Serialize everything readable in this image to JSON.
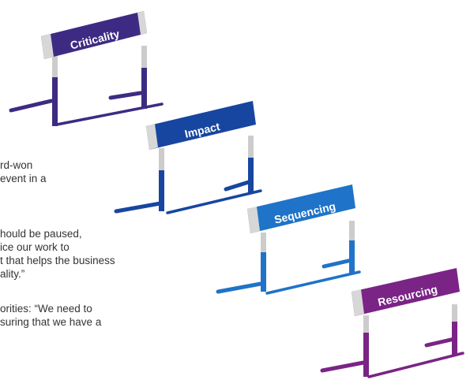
{
  "hurdles": [
    {
      "label": "Criticality",
      "color": "#3d2b83",
      "board_dark": "#2c1f6a",
      "end_color": "#d7d7d7"
    },
    {
      "label": "Impact",
      "color": "#1746a0",
      "board_dark": "#0d317d",
      "end_color": "#d7d7d7"
    },
    {
      "label": "Sequencing",
      "color": "#1f73c8",
      "board_dark": "#155a9f",
      "end_color": "#d7d7d7"
    },
    {
      "label": "Resourcing",
      "color": "#7a2486",
      "board_dark": "#5c1766",
      "end_color": "#d7d7d7"
    }
  ],
  "text_fragments": [
    {
      "lines": [
        "rd-won",
        "event in a"
      ]
    },
    {
      "lines": [
        "hould be paused,",
        "ice our work to",
        "t that helps the business",
        "ality.”"
      ]
    },
    {
      "lines": [
        "orities: “We need to",
        "suring that we have a"
      ]
    }
  ]
}
